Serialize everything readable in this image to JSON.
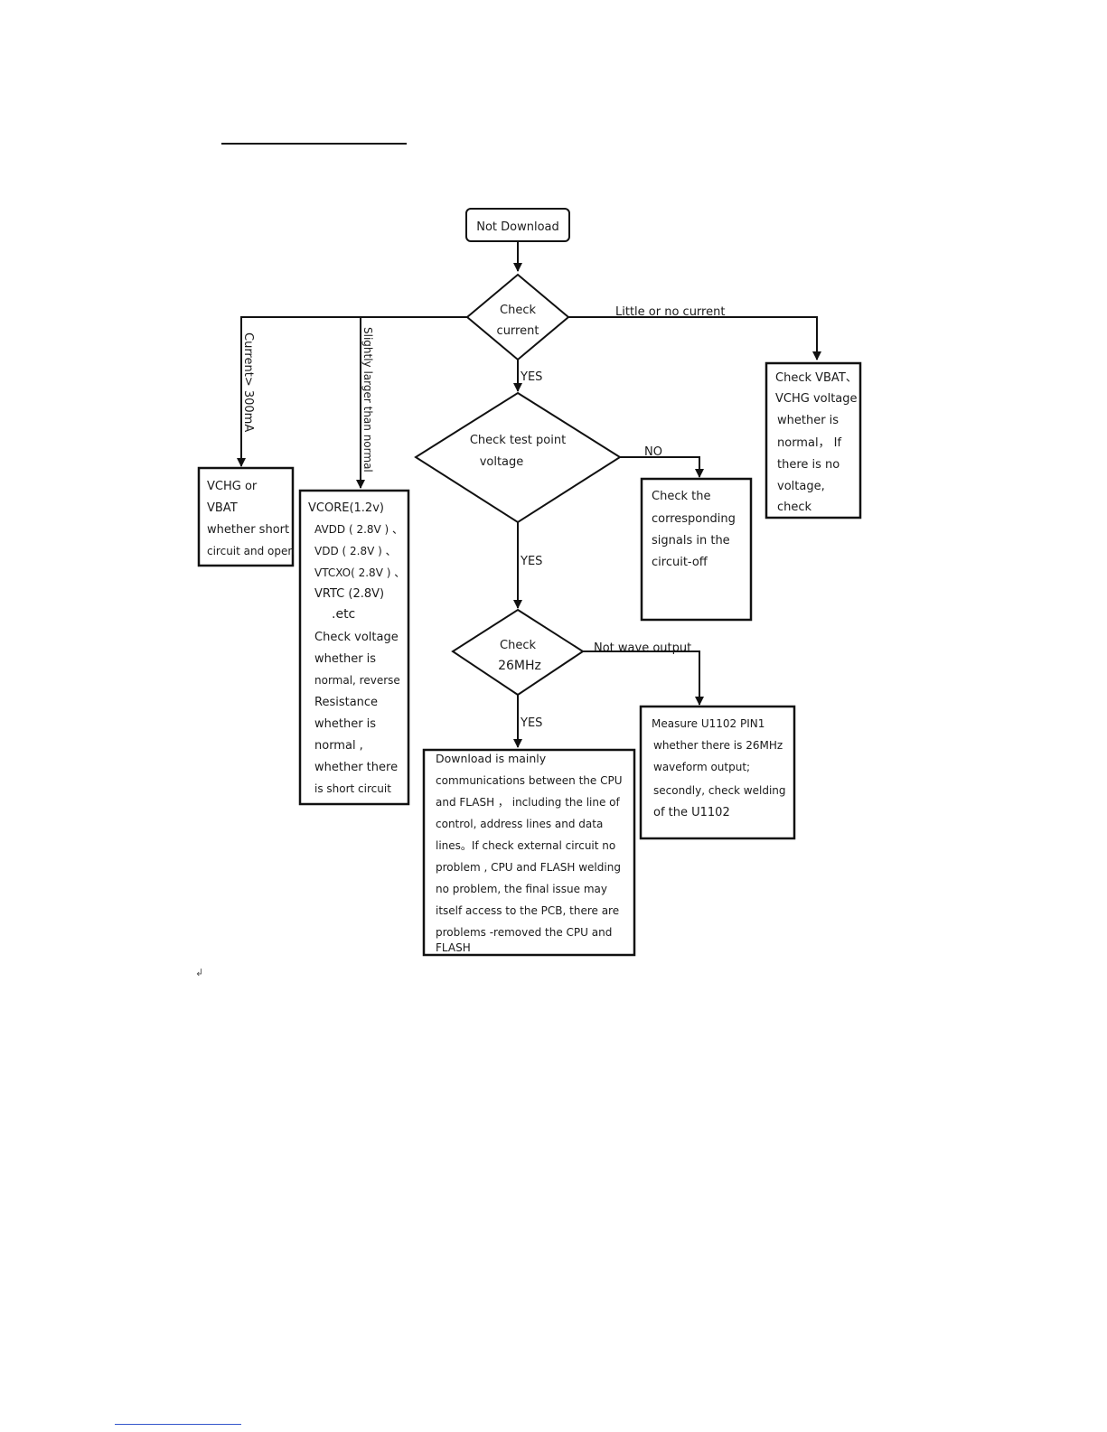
{
  "diagram": {
    "nodes": {
      "start": {
        "shape": "rounded-rect",
        "lines": [
          "Not Download"
        ]
      },
      "check_current": {
        "shape": "diamond",
        "lines": [
          "Check",
          "current"
        ]
      },
      "check_vbat": {
        "shape": "rect",
        "lines": [
          "Check  VBAT、",
          "VCHG  voltage",
          "whether is",
          "normal，  If",
          "there is no",
          "voltage,",
          "check"
        ]
      },
      "vchg_short": {
        "shape": "rect",
        "lines": [
          "VCHG or",
          "VBAT",
          "whether short",
          "circuit and open"
        ]
      },
      "vcore_check": {
        "shape": "rect",
        "lines": [
          "VCORE(1.2v)",
          "AVDD ( 2.8V ) 、",
          "VDD ( 2.8V ) 、",
          "VTCXO( 2.8V ) 、",
          "VRTC  (2.8V)",
          ".etc",
          "Check voltage",
          "whether is",
          "normal, reverse",
          "Resistance",
          "whether is",
          "normal ,",
          "whether there",
          "is short circuit"
        ]
      },
      "check_testpoint": {
        "shape": "diamond",
        "lines": [
          "Check test point",
          "voltage"
        ]
      },
      "check_signals": {
        "shape": "rect",
        "lines": [
          "Check the",
          "corresponding",
          "signals in the",
          "circuit-off"
        ]
      },
      "check_26mhz": {
        "shape": "diamond",
        "lines": [
          "Check",
          "26MHz"
        ]
      },
      "measure_u1102": {
        "shape": "rect",
        "lines": [
          "Measure    U1102 PIN1",
          "whether there is 26MHz",
          "waveform   output;",
          "secondly, check  welding",
          "of the    U1102"
        ]
      },
      "download_info": {
        "shape": "rect",
        "lines": [
          "Download is mainly",
          "communications between the CPU",
          "and FLASH ，  including the line of",
          "control, address lines and data",
          "lines。If check external circuit no",
          "problem , CPU and FLASH welding",
          "no problem, the final issue may",
          "itself access to the PCB, there are",
          "problems -removed the CPU and",
          "FLASH"
        ]
      }
    },
    "edges": [
      {
        "from": "start",
        "to": "check_current",
        "label": ""
      },
      {
        "from": "check_current",
        "to": "check_vbat",
        "label": "Little or no current"
      },
      {
        "from": "check_current",
        "to": "vchg_short",
        "label": "Current> 300mA"
      },
      {
        "from": "check_current",
        "to": "vcore_check",
        "label": "Slightly larger than normal"
      },
      {
        "from": "check_current",
        "to": "check_testpoint",
        "label": "YES"
      },
      {
        "from": "check_testpoint",
        "to": "check_signals",
        "label": "NO"
      },
      {
        "from": "check_testpoint",
        "to": "check_26mhz",
        "label": "YES"
      },
      {
        "from": "check_26mhz",
        "to": "measure_u1102",
        "label": "Not wave output"
      },
      {
        "from": "check_26mhz",
        "to": "download_info",
        "label": "YES"
      }
    ]
  }
}
